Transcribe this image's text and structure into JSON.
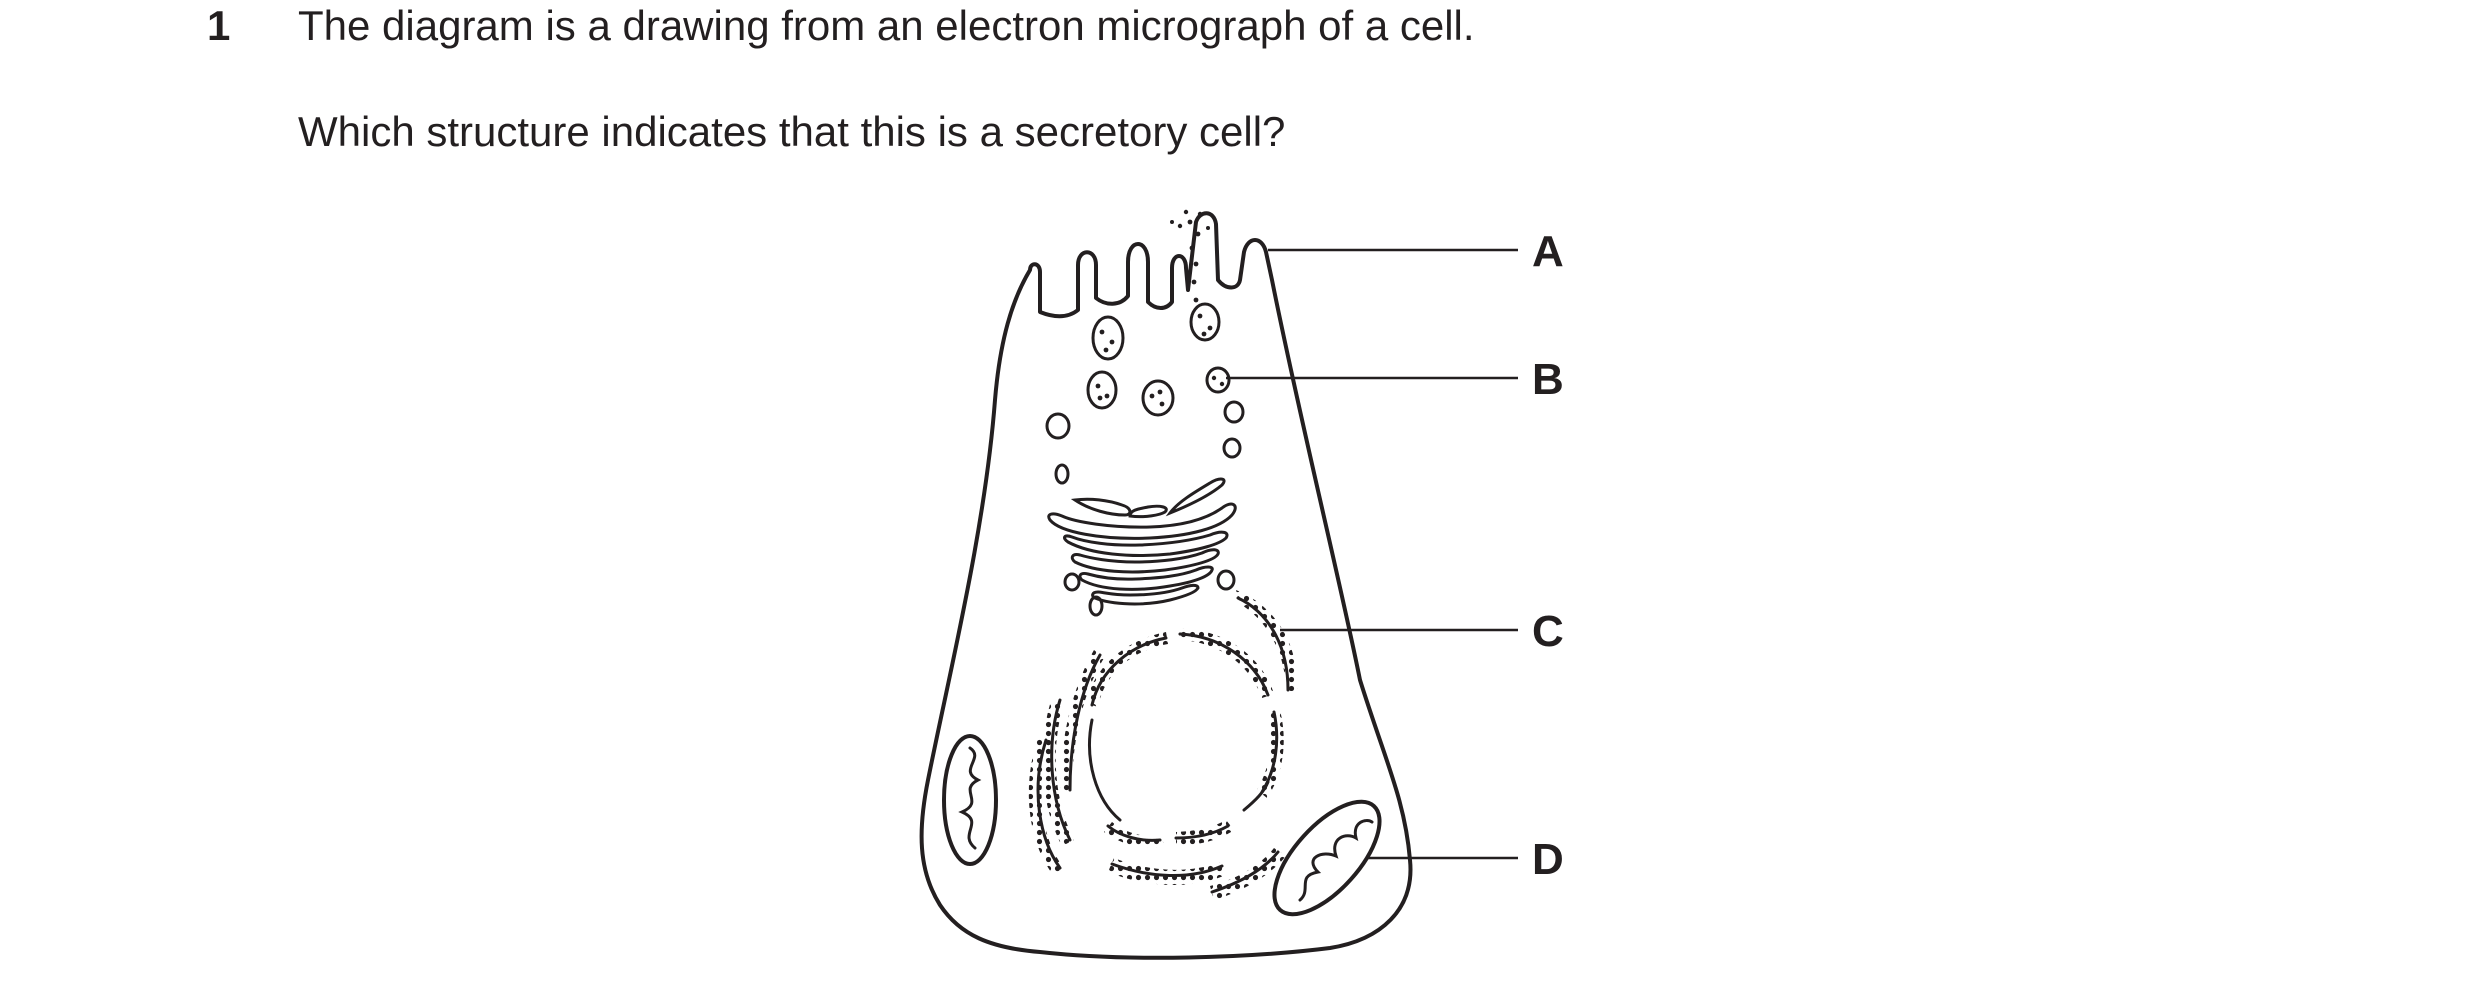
{
  "question": {
    "number": "1",
    "line1": "The diagram is a drawing from an electron micrograph of a cell.",
    "line2": "Which structure indicates that this is a secretory cell?"
  },
  "diagram": {
    "labels": [
      "A",
      "B",
      "C",
      "D"
    ]
  }
}
